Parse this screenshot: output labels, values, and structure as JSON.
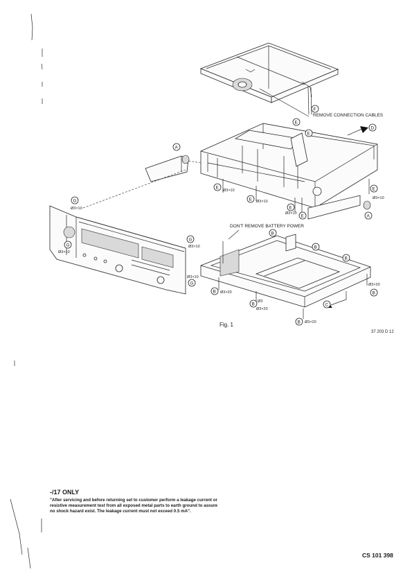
{
  "figure": {
    "caption": "Fig. 1",
    "drawing_number": "37 203 D 12",
    "callouts": {
      "remove_cables": "REMOVE CONNECTION CABLES",
      "battery": "DON'T REMOVE BATTERY POWER"
    },
    "letters": {
      "A": "A",
      "B": "B",
      "C": "C",
      "D": "D",
      "E": "E",
      "F": "F",
      "G": "G"
    },
    "screws": {
      "s3x10": "Ø3×10",
      "s3x20": "Ø3×20",
      "s3": "Ø3"
    }
  },
  "note": {
    "heading": "-/17 ONLY",
    "body": "\"After servicing and before returning set to customer perform a leakage current or resistive measurement test from all exposed metal parts to earth ground to assure no shock hazard exist. The leakage current must not exceed 0.5 mA\"."
  },
  "document_ref": "CS 101 398"
}
